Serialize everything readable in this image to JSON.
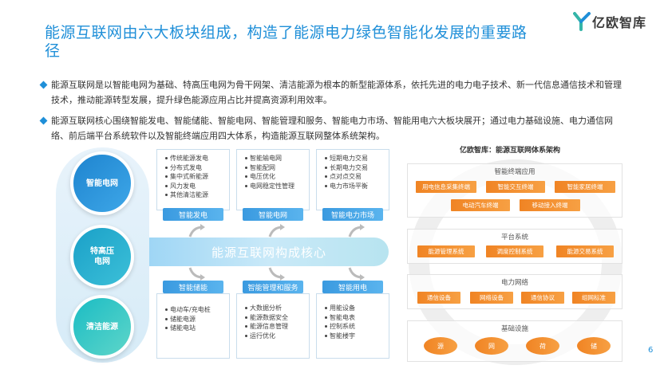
{
  "header": {
    "title": "能源互联网由六大板块组成，构造了能源电力绿色智能化发展的重要路径",
    "logo_text": "亿欧智库"
  },
  "bullets": [
    "能源互联网是以智能电网为基础、特高压电网为骨干网架、清洁能源为根本的新型能源体系，依托先进的电力电子技术、新一代信息通信技术和管理技术，推动能源转型发展，提升绿色能源应用占比并提高资源利用效率。",
    "能源互联网核心围绕智能发电、智能储能、智能电网、智能管理和服务、智能电力市场、智能用电六大板块展开；通过电力基础设施、电力通信网络、前后端平台系统软件以及智能终端应用四大体系，构造能源互联网整体系统架构。"
  ],
  "circles": [
    "智能电网",
    "特高压\n电网",
    "清洁能源"
  ],
  "core_label": "能源互联网构成核心",
  "top_boxes": [
    {
      "tag": "智能发电",
      "items": [
        "传统能源发电",
        "分布式发电",
        "集中式新能源",
        "风力发电",
        "其他清洁能源"
      ]
    },
    {
      "tag": "智能电网",
      "items": [
        "智能输电网",
        "智能配网",
        "电压优化",
        "电网稳定性管理"
      ]
    },
    {
      "tag": "智能电力市场",
      "items": [
        "短期电力交易",
        "长期电力交易",
        "点对点交易",
        "电力市场平衡"
      ]
    }
  ],
  "bottom_boxes": [
    {
      "tag": "智能储能",
      "items": [
        "电动车/充电桩",
        "储能电源",
        "储能电站"
      ]
    },
    {
      "tag": "智能管理和服务",
      "items": [
        "大数据分析",
        "能源数据安全",
        "能源信息管理",
        "运行优化"
      ]
    },
    {
      "tag": "智能用电",
      "items": [
        "用能设备",
        "智能电表",
        "控制系统",
        "智能楼宇"
      ]
    }
  ],
  "diagram": {
    "title": "亿欧智库：能源互联网体系架构",
    "layers": [
      {
        "title": "智能终端应用",
        "items": [
          "用电信息采集终端",
          "智能交互终端",
          "智能家居终端",
          "电动汽车终端",
          "移动接入终端"
        ]
      },
      {
        "title": "平台系统",
        "items": [
          "能源管理系统",
          "调度控制系统",
          "能源交易系统"
        ]
      },
      {
        "title": "电力网络",
        "items": [
          "通信设备",
          "网络设备",
          "通信协议",
          "组网标准"
        ]
      },
      {
        "title": "基础设施",
        "items": [
          "源",
          "网",
          "荷",
          "储"
        ]
      }
    ]
  },
  "page_number": "6",
  "colors": {
    "primary_blue": "#1f8fd8",
    "orange": "#f08424",
    "light_blue": "#c9e9f8"
  }
}
